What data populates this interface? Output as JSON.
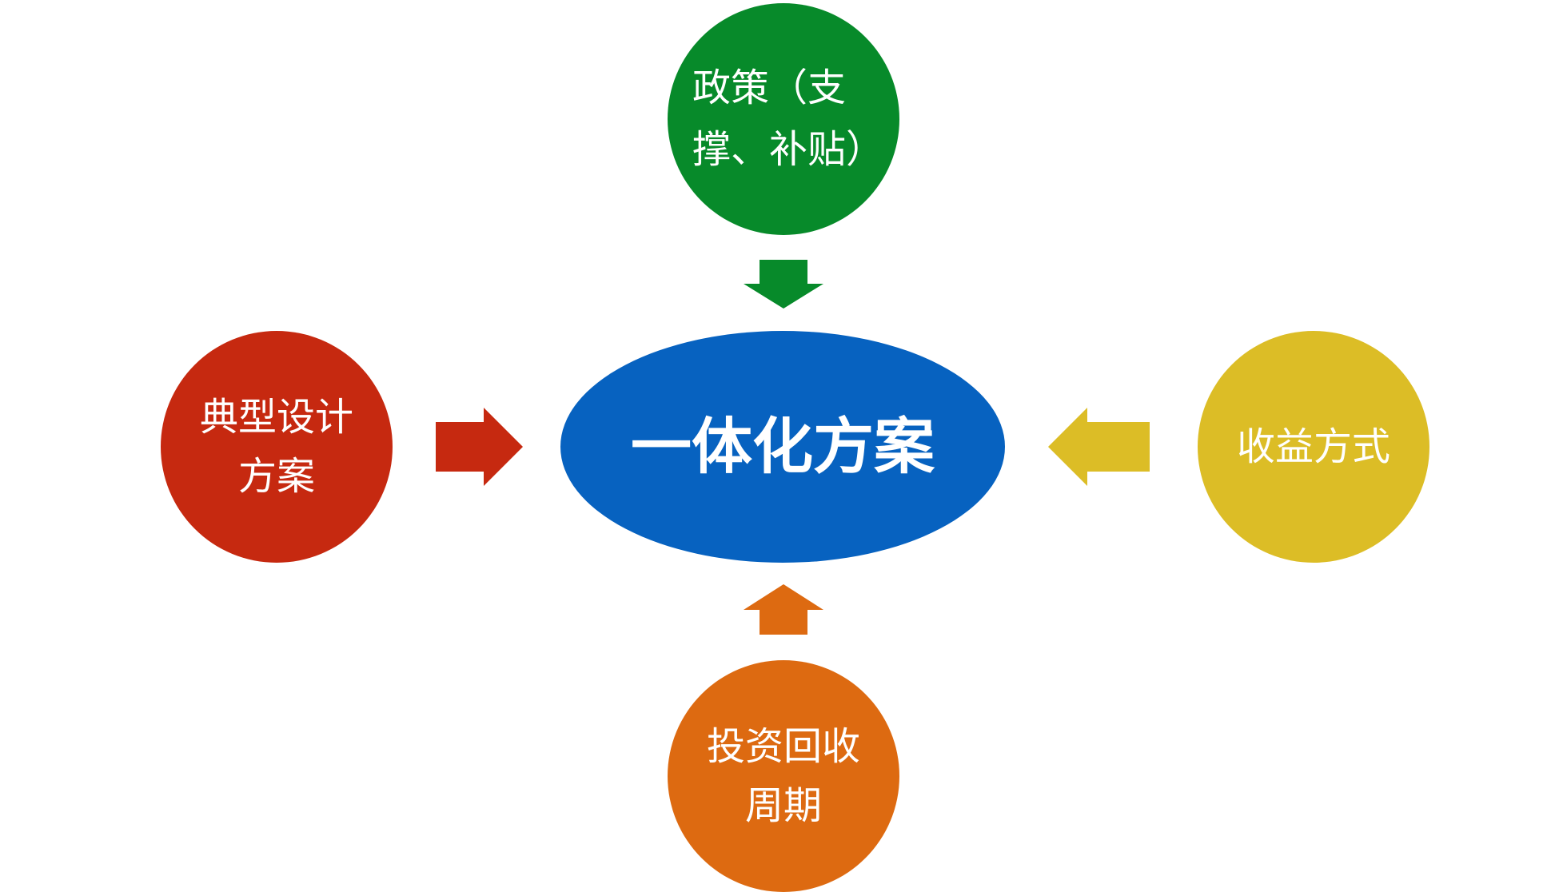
{
  "diagram": {
    "center": {
      "label": "一体化方案",
      "color": "#0762c0"
    },
    "nodes": [
      {
        "id": "top",
        "label": "政策（支\n撑、补贴）",
        "color": "#078a2a"
      },
      {
        "id": "left",
        "label": "典型设计\n方案",
        "color": "#c62910"
      },
      {
        "id": "right",
        "label": "收益方式",
        "color": "#dcbd26"
      },
      {
        "id": "bottom",
        "label": "投资回收\n周期",
        "color": "#dd6a11"
      }
    ],
    "arrows": [
      {
        "from": "top",
        "to": "center",
        "color": "#078a2a"
      },
      {
        "from": "left",
        "to": "center",
        "color": "#c62910"
      },
      {
        "from": "right",
        "to": "center",
        "color": "#dcbd26"
      },
      {
        "from": "bottom",
        "to": "center",
        "color": "#dd6a11"
      }
    ]
  }
}
